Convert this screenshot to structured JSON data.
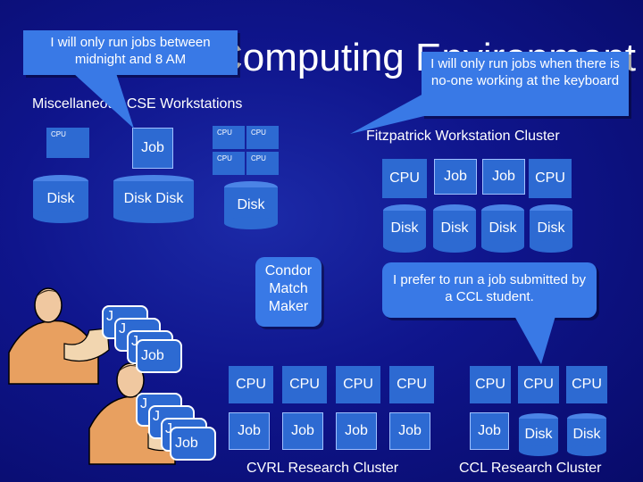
{
  "title": "Computing Environment",
  "labels": {
    "misc_workstations": "Miscellaneous CSE Workstations",
    "fitzpatrick": "Fitzpatrick Workstation Cluster",
    "cvrl": "CVRL Research Cluster",
    "ccl": "CCL Research Cluster"
  },
  "callouts": {
    "midnight": "I will only run jobs between midnight and 8 AM",
    "keyboard": "I will only run jobs when there is no-one working at the keyboard",
    "ccl_student": "I prefer to run a job submitted by a CCL student.",
    "condor": "Condor Match Maker"
  },
  "text": {
    "cpu": "CPU",
    "job": "Job",
    "disk": "Disk",
    "j": "J"
  },
  "colors": {
    "background": "#0b0f7a",
    "box": "#2d6ad2",
    "callout": "#3979e6"
  }
}
